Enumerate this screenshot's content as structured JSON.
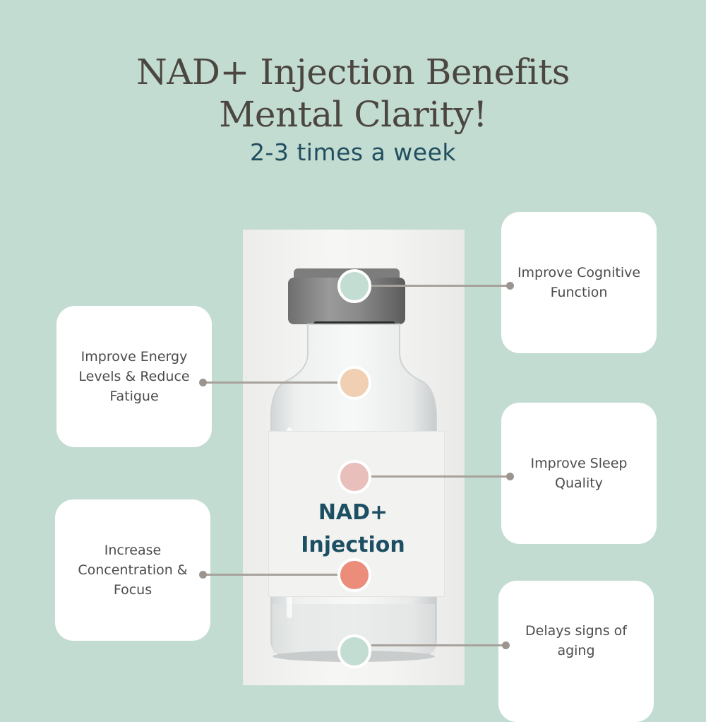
{
  "heading": {
    "title_line1": "NAD+ Injection Benefits",
    "title_line2": "Mental Clarity!",
    "subtitle": "2-3 times a week"
  },
  "vial": {
    "label_line1": "NAD+",
    "label_line2": "Injection"
  },
  "benefits": {
    "cognitive": {
      "line1": "Improve Cognitive",
      "line2": "Function",
      "marker_color": "#c4ddd2"
    },
    "energy": {
      "line1": "Improve Energy",
      "line2": "Levels & Reduce",
      "line3": "Fatigue",
      "marker_color": "#f0cfb2"
    },
    "sleep": {
      "line1": "Improve Sleep",
      "line2": "Quality",
      "marker_color": "#e8bfbb"
    },
    "concentration": {
      "line1": "Increase",
      "line2": "Concentration &",
      "line3": "Focus",
      "marker_color": "#ec8c7b"
    },
    "aging": {
      "line1": "Delays signs of",
      "line2": "aging",
      "marker_color": "#c4ddd2"
    }
  },
  "colors": {
    "background": "#c3dcd2",
    "title": "#4b4640",
    "subtitle": "#214e5e",
    "vial_text": "#1d4f63"
  }
}
